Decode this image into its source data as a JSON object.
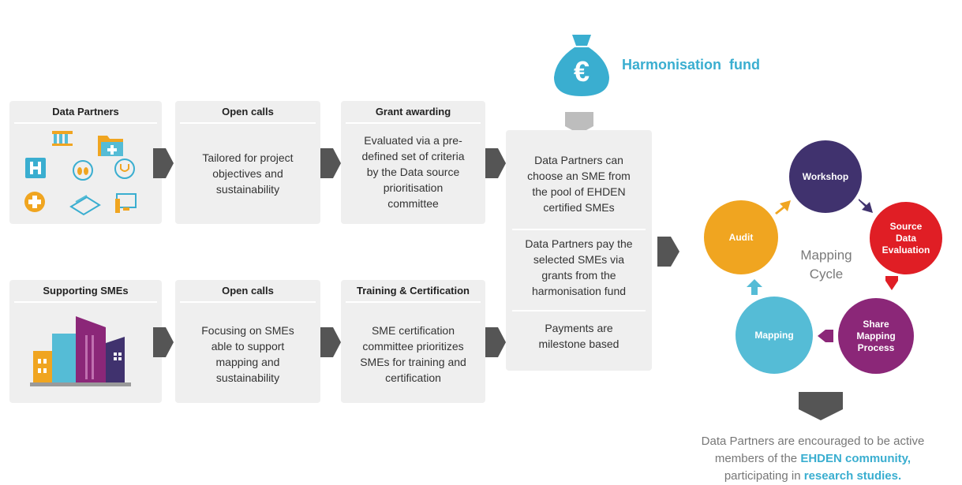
{
  "fund": {
    "symbol": "€",
    "label": "Harmonisation  fund"
  },
  "row1": {
    "partners_title": "Data Partners",
    "open_calls_title": "Open calls",
    "open_calls_text": [
      "Tailored for project",
      "objectives and",
      "sustainability"
    ],
    "grant_title": "Grant awarding",
    "grant_text": [
      "Evaluated via a pre-",
      "defined set of criteria",
      "by the Data source",
      "prioritisation",
      "committee"
    ]
  },
  "row2": {
    "smes_title": "Supporting SMEs",
    "open_calls_title": "Open calls",
    "open_calls_text": [
      "Focusing on SMEs",
      "able to support",
      "mapping and",
      "sustainability"
    ],
    "training_title": "Training & Certification",
    "training_text": [
      "SME certification",
      "committee prioritizes",
      "SMEs for training and",
      "certification"
    ]
  },
  "center": {
    "block1": [
      "Data Partners can",
      "choose an SME from",
      "the pool of EHDEN",
      "certified SMEs"
    ],
    "block2": [
      "Data Partners pay the",
      "selected SMEs via",
      "grants from the",
      "harmonisation fund"
    ],
    "block3": [
      "Payments are",
      "milestone based"
    ]
  },
  "cycle": {
    "center_line1": "Mapping",
    "center_line2": "Cycle",
    "workshop": "Workshop",
    "source_eval": [
      "Source",
      "Data",
      "Evaluation"
    ],
    "share": [
      "Share",
      "Mapping",
      "Process"
    ],
    "mapping": "Mapping",
    "audit": "Audit"
  },
  "colors": {
    "workshop": "#40326e",
    "source_eval": "#e01e25",
    "share": "#8b2778",
    "mapping": "#55bcd6",
    "audit": "#f0a520",
    "accent": "#3aaed0",
    "arrow": "#555555"
  },
  "footer": {
    "line1": "Data Partners are encouraged to be active",
    "line2_pre": "members of the ",
    "line2_hl": "EHDEN community,",
    "line3_pre": "participating in ",
    "line3_hl": "research studies."
  }
}
